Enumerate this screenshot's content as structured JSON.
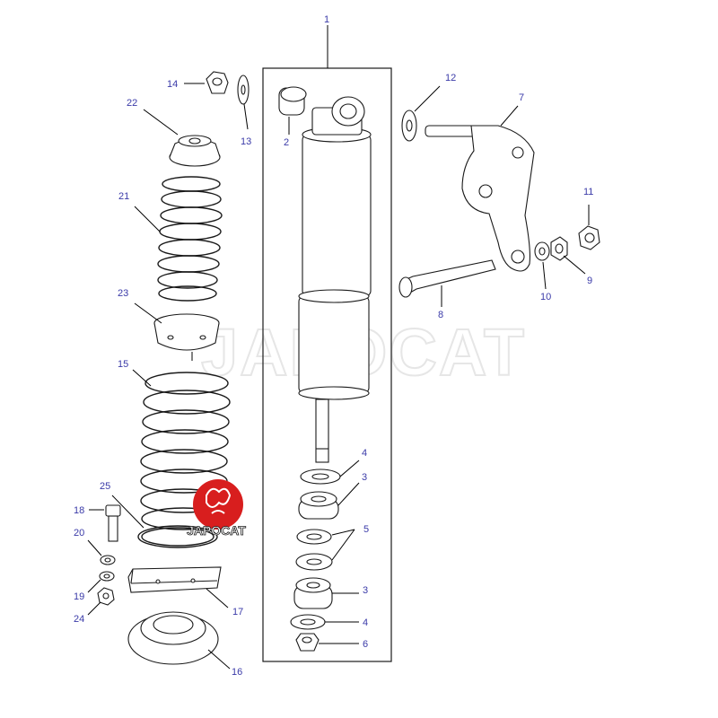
{
  "watermark": {
    "text": "JAPOCAT",
    "badge_text": "JAPOCAT",
    "badge_color": "#d81e1e"
  },
  "colors": {
    "label": "#3a3aa8",
    "line": "#000000",
    "part_fill": "#ffffff"
  },
  "callouts": {
    "c1": "1",
    "c2": "2",
    "c3a": "3",
    "c3b": "3",
    "c4a": "4",
    "c4b": "4",
    "c5": "5",
    "c6": "6",
    "c7": "7",
    "c8": "8",
    "c9": "9",
    "c10": "10",
    "c11": "11",
    "c12": "12",
    "c13": "13",
    "c14": "14",
    "c15": "15",
    "c16": "16",
    "c17": "17",
    "c18": "18",
    "c19": "19",
    "c20": "20",
    "c21": "21",
    "c22": "22",
    "c23": "23",
    "c24": "24",
    "c25": "25"
  }
}
